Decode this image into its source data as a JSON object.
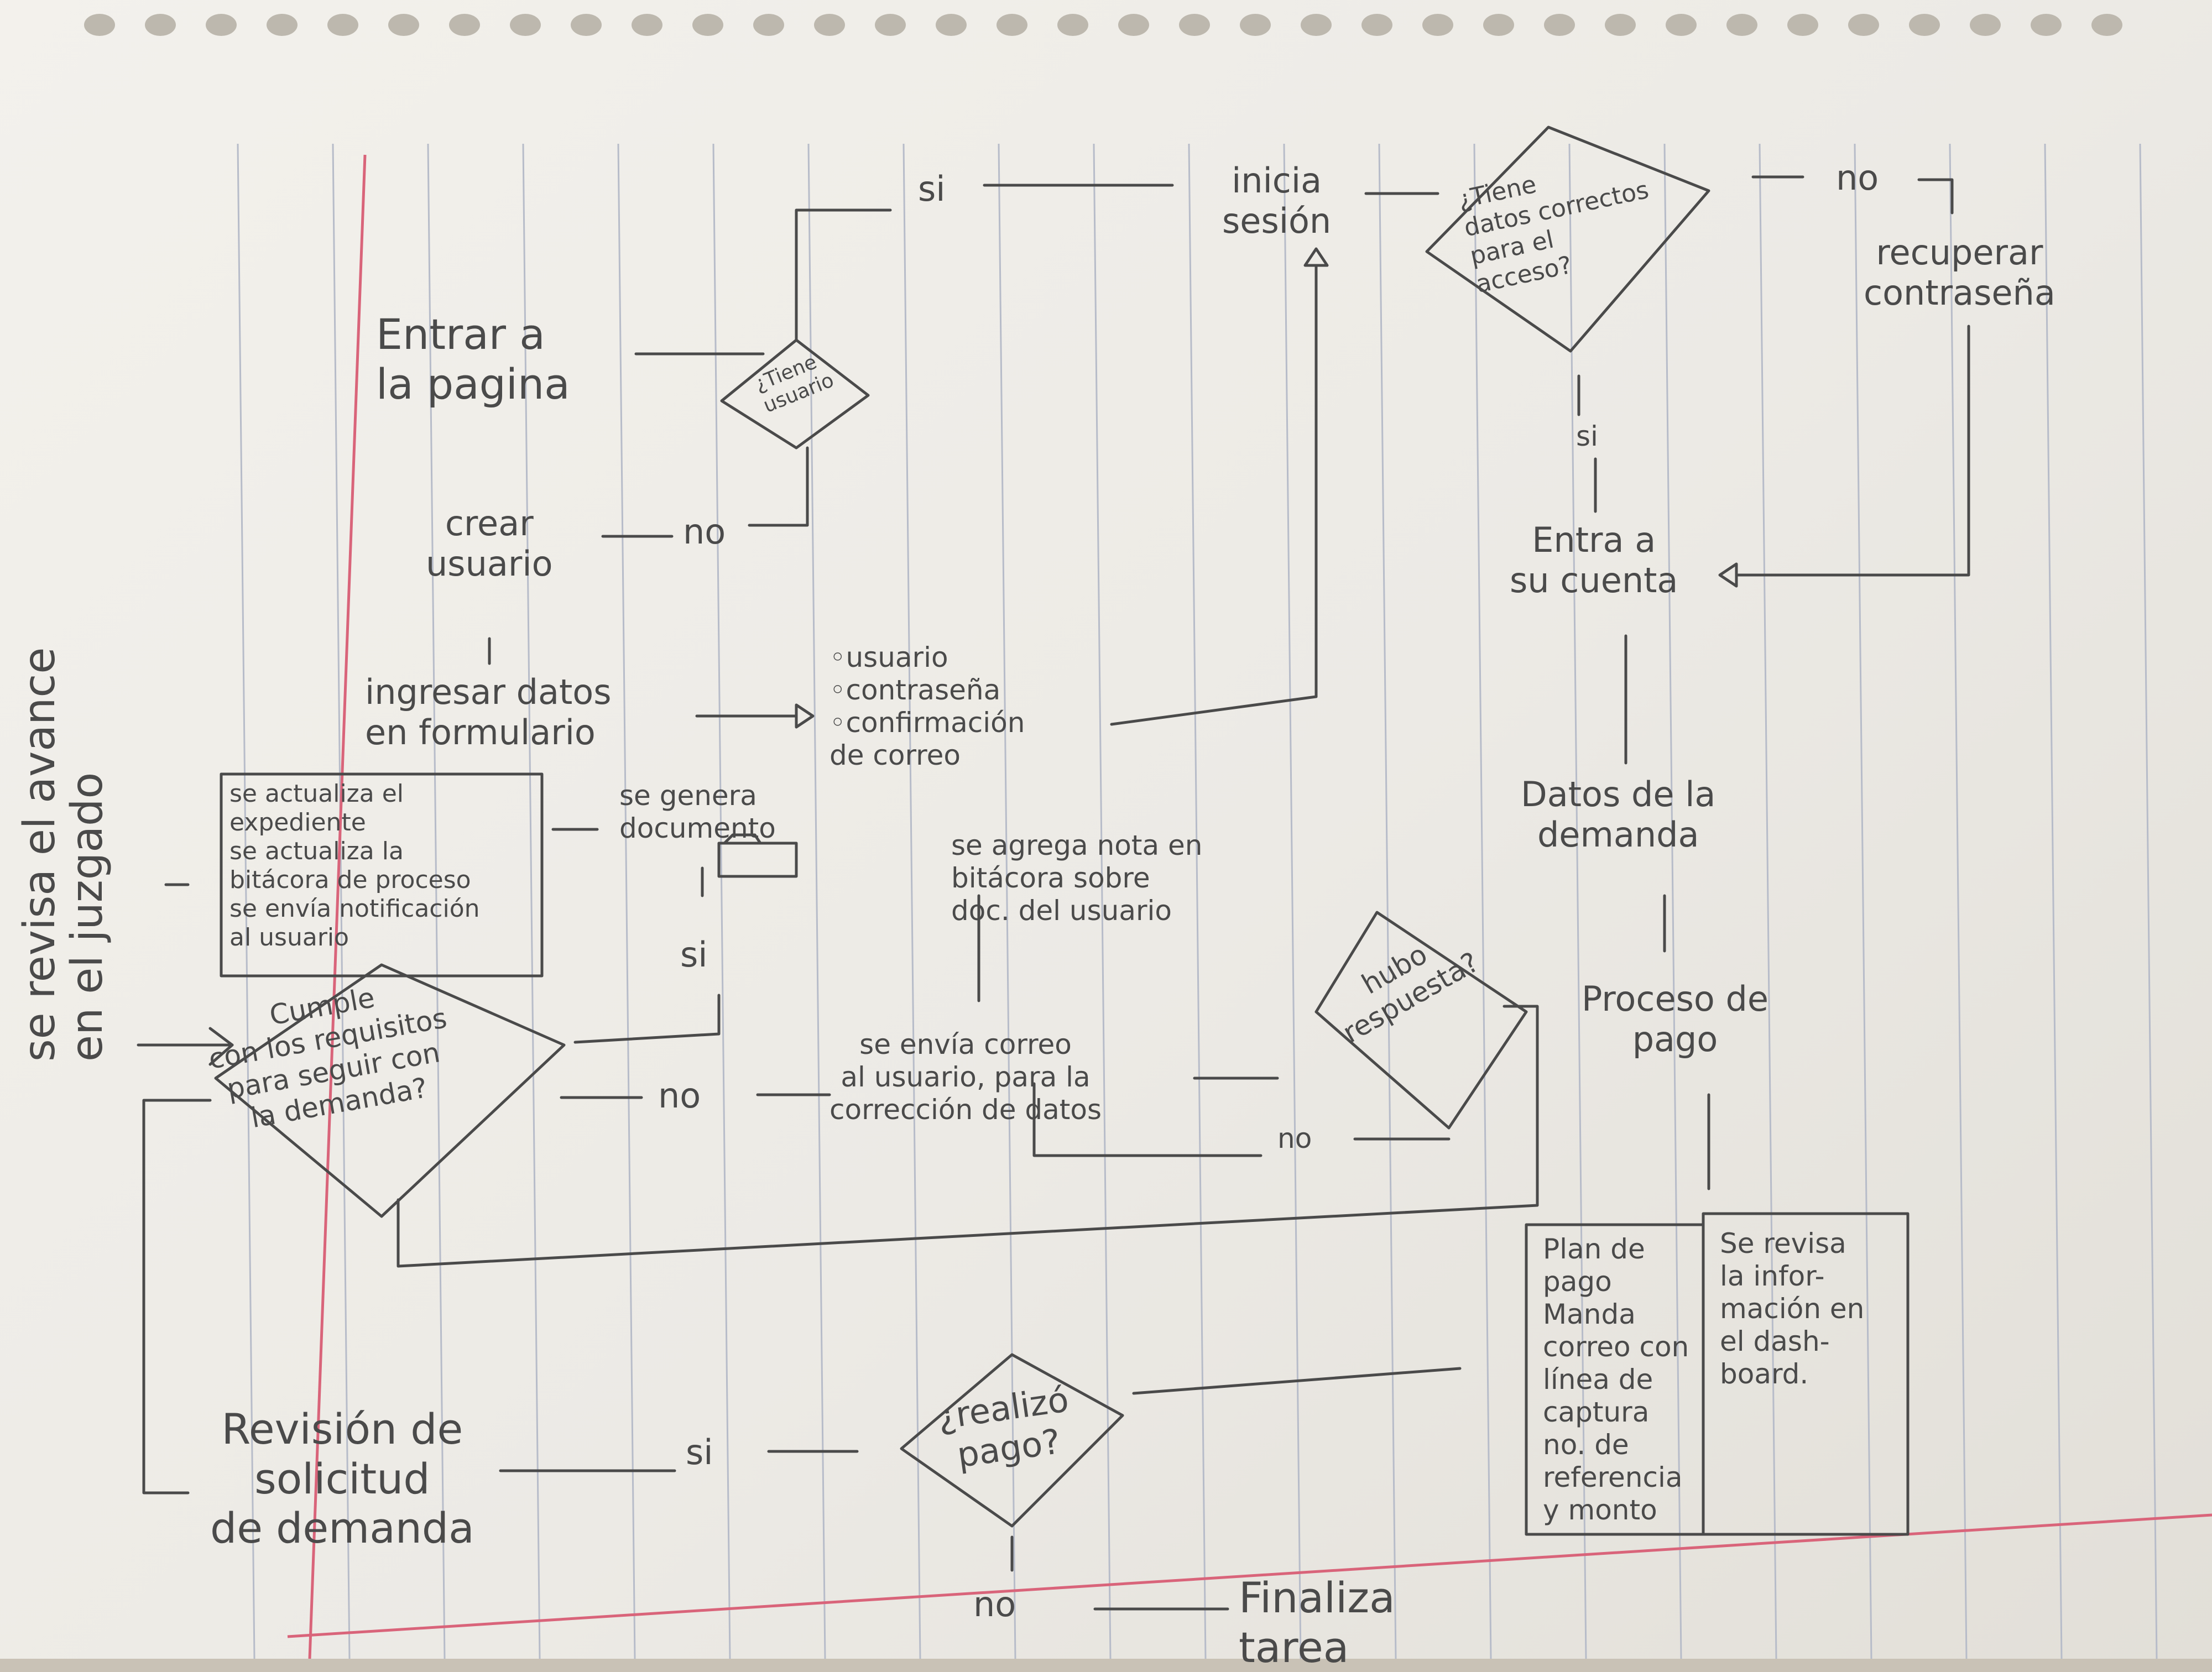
{
  "nodes": {
    "entrar_pagina": "Entrar a\nla pagina",
    "tiene_usuario": "¿Tiene\nusuario",
    "si_top": "si",
    "no_crear": "no",
    "crear_usuario": "crear\nusuario",
    "ingresar_datos": "ingresar datos\nen formulario",
    "campos_formulario": "◦usuario\n◦contraseña\n◦confirmación\nde correo",
    "inicia_sesion": "inicia\nsesión",
    "tiene_datos_correctos": "¿Tiene\ndatos correctos\npara el\nacceso?",
    "no_datos": "no",
    "recuperar_contrasena": "recuperar\ncontraseña",
    "si_datos": "si",
    "entra_cuenta": "Entra a\nsu cuenta",
    "datos_demanda": "Datos de la\ndemanda",
    "proceso_pago": "Proceso de\npago",
    "plan_pago": "Plan de\npago\nManda\ncorreo con\nlínea de\ncaptura\nno. de\nreferencia\ny monto",
    "se_revisa_info": "Se revisa\nla infor-\nmación en\nel dash-\nboard.",
    "realizo_pago": "¿realizó\npago?",
    "no_pago": "no",
    "finaliza": "Finaliza\ntarea",
    "si_pago": "si",
    "revision_solicitud": "Revisión de\nsolicitud\nde demanda",
    "cumple_requisitos": "Cumple\ncon los requisitos\npara seguir con\nla demanda?",
    "si_cumple": "si",
    "no_cumple": "no",
    "se_genera_documento": "se genera\ndocumento",
    "se_actualiza": "se actualiza el\nexpediente\nse actualiza la\nbitácora de proceso\nse envía notificación\nal usuario",
    "se_agrega_nota": "se agrega nota en\nbitácora sobre\ndoc. del usuario",
    "se_envia_correo": "se envía correo\nal usuario, para la\ncorrección de datos",
    "hubo_respuesta": "hubo\nrespuesta?",
    "no_respuesta": "no",
    "se_revisa_avance": "se revisa el avance\nen el juzgado"
  },
  "colors": {
    "ink": "#4a4a4a",
    "paper": "#f1efea",
    "rule_blue": "#b7bcc9",
    "margin_red": "#d9647a"
  }
}
